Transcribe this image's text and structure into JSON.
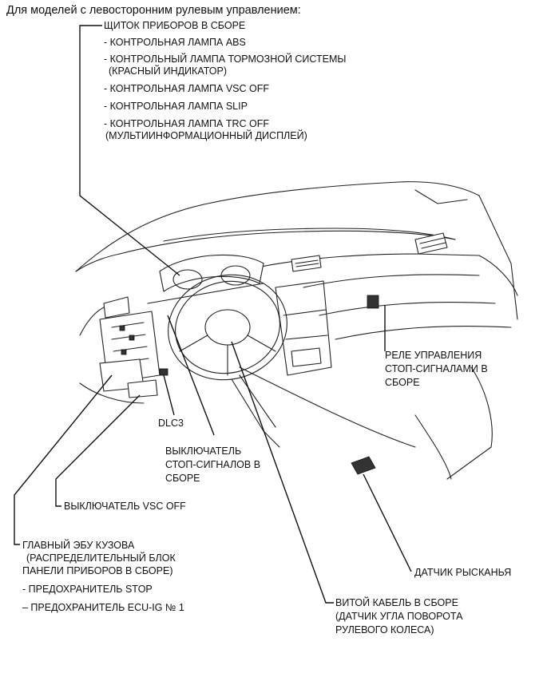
{
  "header": "Для моделей с левосторонним рулевым управлением:",
  "cluster": {
    "title": "ЩИТОК ПРИБОРОВ В СБОРЕ",
    "items": [
      "- КОНТРОЛЬНАЯ ЛАМПА ABS",
      "- КОНТРОЛЬНЫЙ ЛАМПА ТОРМОЗНОЙ СИСТЕМЫ",
      "(КРАСНЫЙ ИНДИКАТОР)",
      "- КОНТРОЛЬНАЯ ЛАМПА VSC OFF",
      "- КОНТРОЛЬНАЯ ЛАМПА SLIP",
      "- КОНТРОЛЬНАЯ ЛАМПА TRC OFF",
      "(МУЛЬТИИНФОРМАЦИОННЫЙ ДИСПЛЕЙ)"
    ]
  },
  "relay": [
    "РЕЛЕ УПРАВЛЕНИЯ",
    "СТОП-СИГНАЛАМИ В",
    "СБОРЕ"
  ],
  "dlc3": "DLC3",
  "stop_switch": [
    "ВЫКЛЮЧАТЕЛЬ",
    "СТОП-СИГНАЛОВ В",
    "СБОРЕ"
  ],
  "vsc_switch": "ВЫКЛЮЧАТЕЛЬ VSC OFF",
  "body_ecu": {
    "lines": [
      "ГЛАВНЫЙ ЭБУ КУЗОВА",
      "(РАСПРЕДЕЛИТЕЛЬНЫЙ БЛОК",
      "ПАНЕЛИ ПРИБОРОВ В СБОРЕ)"
    ],
    "fuses": [
      "- ПРЕДОХРАНИТЕЛЬ STOP",
      "– ПРЕДОХРАНИТЕЛЬ ECU-IG № 1"
    ]
  },
  "yaw": "ДАТЧИК РЫСКАНЬЯ",
  "spiral": [
    "ВИТОЙ КАБЕЛЬ В СБОРЕ",
    "(ДАТЧИК УГЛА ПОВОРОТА",
    "РУЛЕВОГО КОЛЕСА)"
  ]
}
